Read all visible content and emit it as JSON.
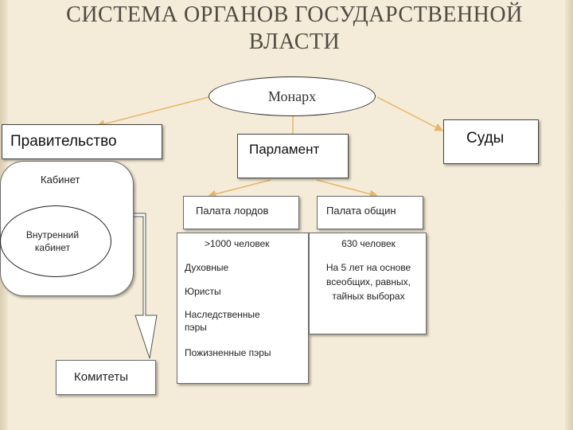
{
  "title": {
    "line1": "СИСТЕМА ОРГАНОВ ГОСУДАРСТВЕННОЙ",
    "line2": "ВЛАСТИ"
  },
  "monarch": "Монарх",
  "government": "Правительство",
  "parliament": "Парламент",
  "courts": "Суды",
  "cabinet": {
    "label": "Кабинет",
    "inner_line1": "Внутренний",
    "inner_line2": "кабинет"
  },
  "committees": "Комитеты",
  "lords": {
    "header": "Палата лордов",
    "count": ">1000 человек",
    "items": [
      "Духовные",
      "Юристы",
      "Наследственные",
      "пэры",
      "Пожизненные пэры"
    ]
  },
  "commons": {
    "header": "Палата общин",
    "count": "630 человек",
    "line1": "На 5 лет на основе",
    "line2": "всеобщих, равных,",
    "line3": "тайных выборах"
  },
  "colors": {
    "background": "#f4ecd8",
    "arrow": "#e8b46a",
    "title": "#4f4b44"
  }
}
